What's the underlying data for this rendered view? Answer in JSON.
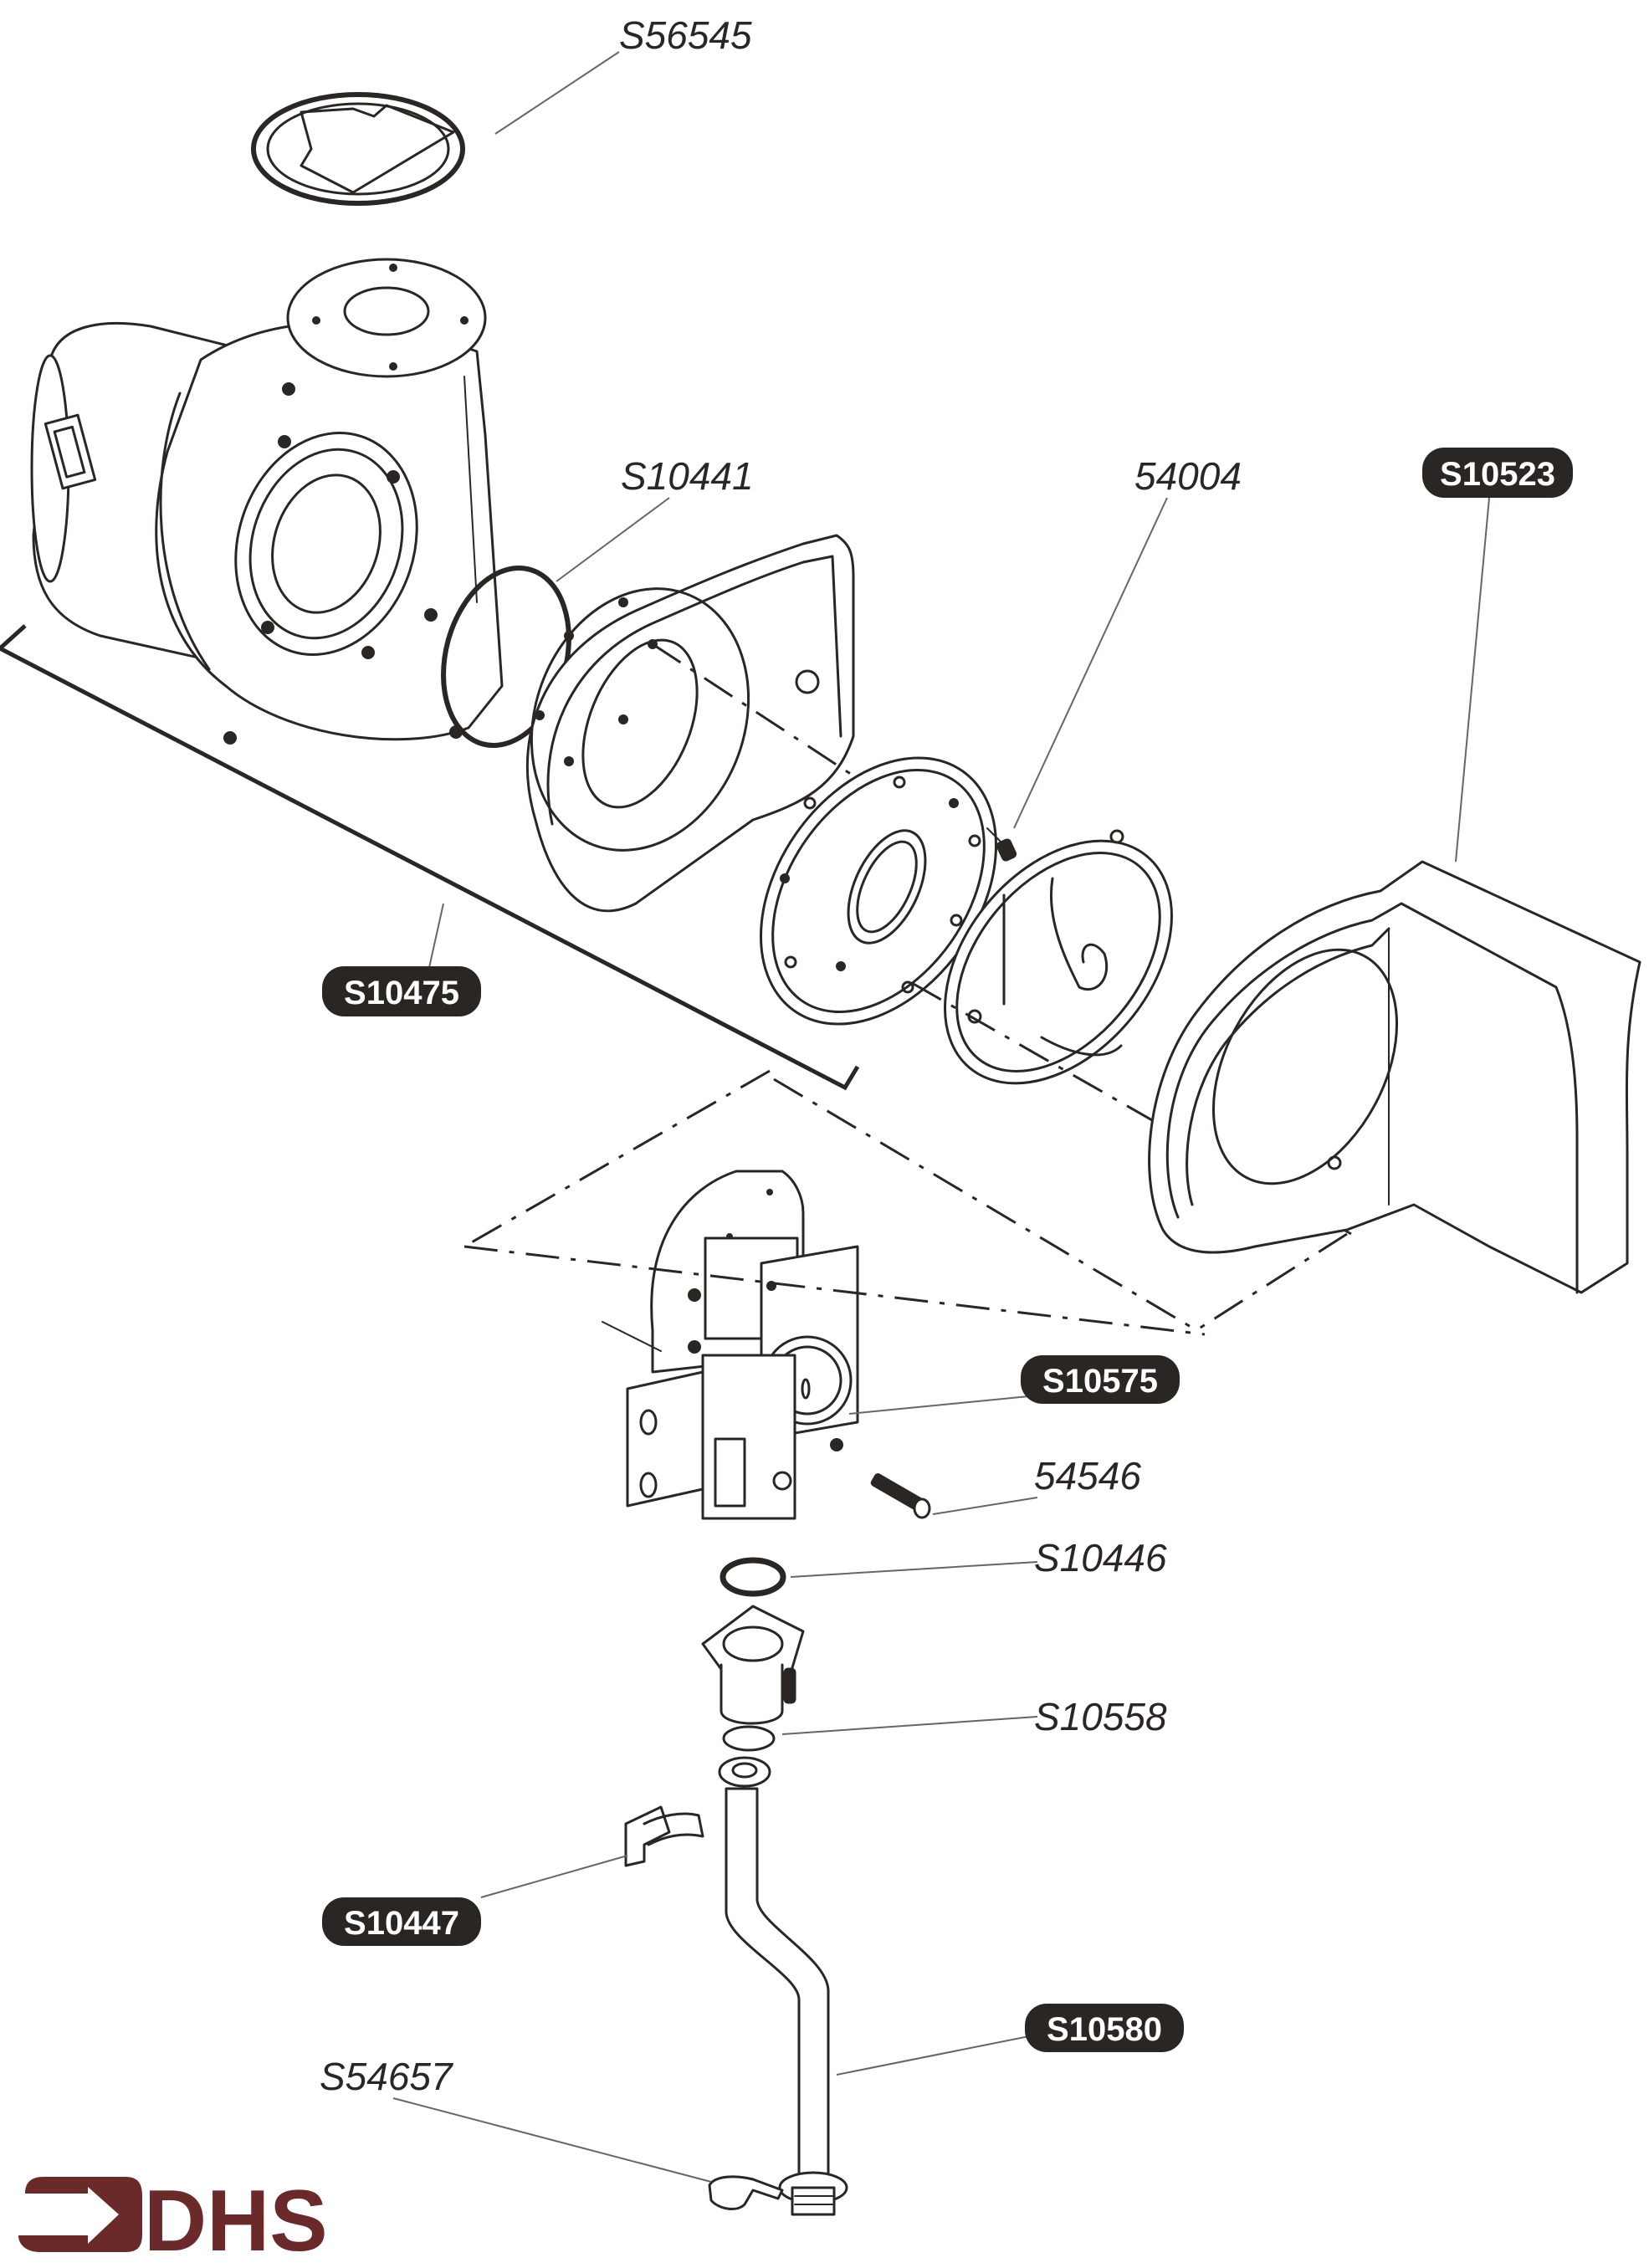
{
  "diagram": {
    "type": "exploded-parts-diagram",
    "subject": "Fan assembly and gas valve with gas pipe",
    "logo": {
      "text": "DHS",
      "color": "#6b2a2a",
      "icon": "arrow-into-bracket-icon"
    },
    "label_styles": {
      "badge_background": "#2a2623",
      "badge_text_color": "#ffffff",
      "plain_text_color": "#2a2623"
    },
    "parts": [
      {
        "id": "S56545",
        "label": "S56545",
        "style": "plain",
        "description": "gasket (fan outlet)"
      },
      {
        "id": "S10441",
        "label": "S10441",
        "style": "plain",
        "description": "O-ring"
      },
      {
        "id": "54004",
        "label": "54004",
        "style": "plain",
        "description": "screw"
      },
      {
        "id": "S10523",
        "label": "S10523",
        "style": "badge",
        "description": "venturi cover / air box"
      },
      {
        "id": "S10475",
        "label": "S10475",
        "style": "badge",
        "description": "fan assembly (bracketed group)"
      },
      {
        "id": "S10575",
        "label": "S10575",
        "style": "badge",
        "description": "gas valve"
      },
      {
        "id": "54546",
        "label": "54546",
        "style": "plain",
        "description": "screw"
      },
      {
        "id": "S10446",
        "label": "S10446",
        "style": "plain",
        "description": "O-ring"
      },
      {
        "id": "S10558",
        "label": "S10558",
        "style": "plain",
        "description": "washer / seal"
      },
      {
        "id": "S10447",
        "label": "S10447",
        "style": "badge",
        "description": "pipe clip"
      },
      {
        "id": "S10580",
        "label": "S10580",
        "style": "badge",
        "description": "gas pipe"
      },
      {
        "id": "S54657",
        "label": "S54657",
        "style": "plain",
        "description": "retaining clip"
      }
    ]
  }
}
